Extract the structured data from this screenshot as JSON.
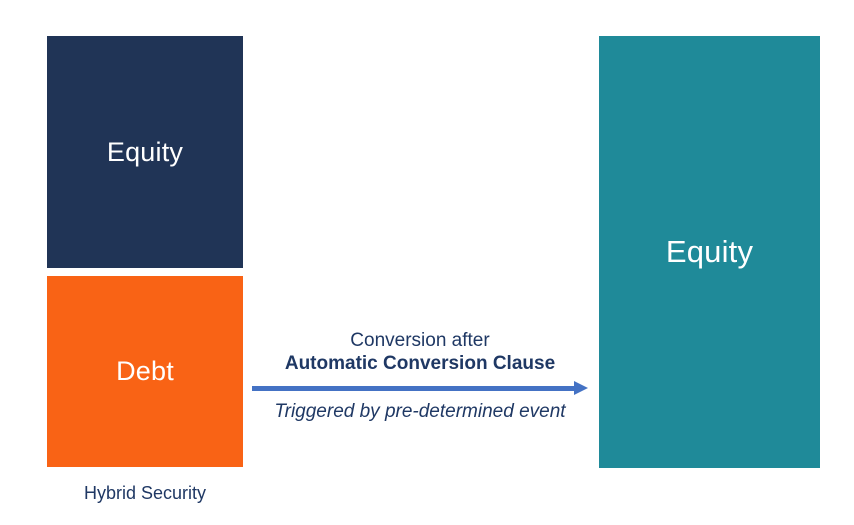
{
  "diagram": {
    "title_semantics": "Hybrid security converting to equity via automatic conversion clause",
    "colors": {
      "background": "#FFFFFF",
      "navy_block": "#203456",
      "orange_block": "#F96315",
      "teal_block": "#1F8A99",
      "arrow_blue": "#4472C4",
      "text_navy": "#1F3864",
      "block_label_text": "#FFFFFF"
    },
    "left_stack": {
      "top_block": {
        "label": "Equity"
      },
      "bottom_block": {
        "label": "Debt"
      },
      "caption": "Hybrid Security"
    },
    "transition": {
      "line1": "Conversion after",
      "line2": "Automatic Conversion Clause",
      "note": "Triggered by pre-determined event"
    },
    "right_block": {
      "label": "Equity"
    }
  }
}
